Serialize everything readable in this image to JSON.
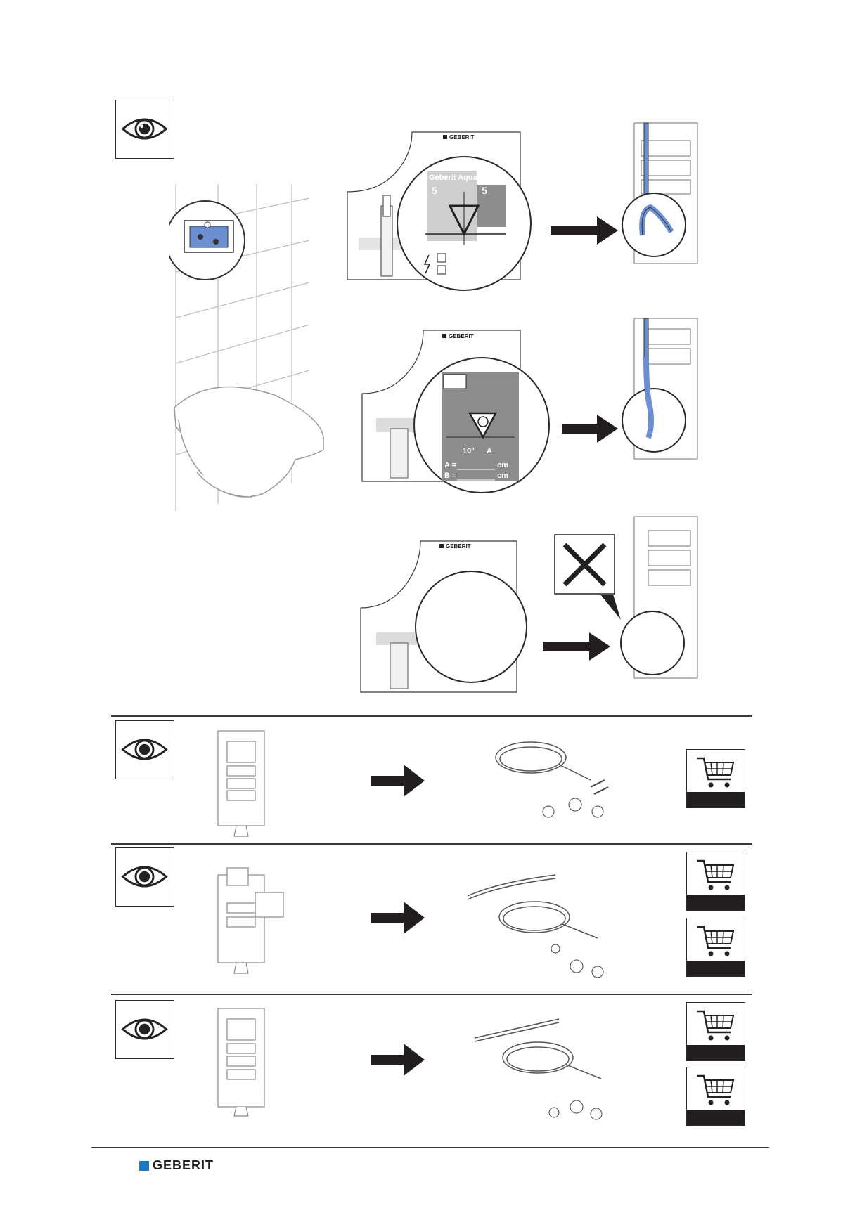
{
  "brand": {
    "name": "GEBERIT",
    "color": "#1d7ac2"
  },
  "labels": {
    "label_brand": "GEBERIT",
    "panel_title": "Geberit AquaClean",
    "dim_left": "5",
    "dim_right": "5",
    "angle": "10°",
    "dim_a": "A",
    "field_a": "A =",
    "field_b": "B =",
    "unit_cm": "cm"
  },
  "colors": {
    "pipe_blue": "#6b8fd0",
    "arrow": "#221e1f",
    "line": "#2a2a2a",
    "panel_grey": "#8d8d8d"
  },
  "icons": [
    "eye-icon",
    "arrow-right-icon",
    "cross-icon",
    "shopping-cart-icon"
  ]
}
